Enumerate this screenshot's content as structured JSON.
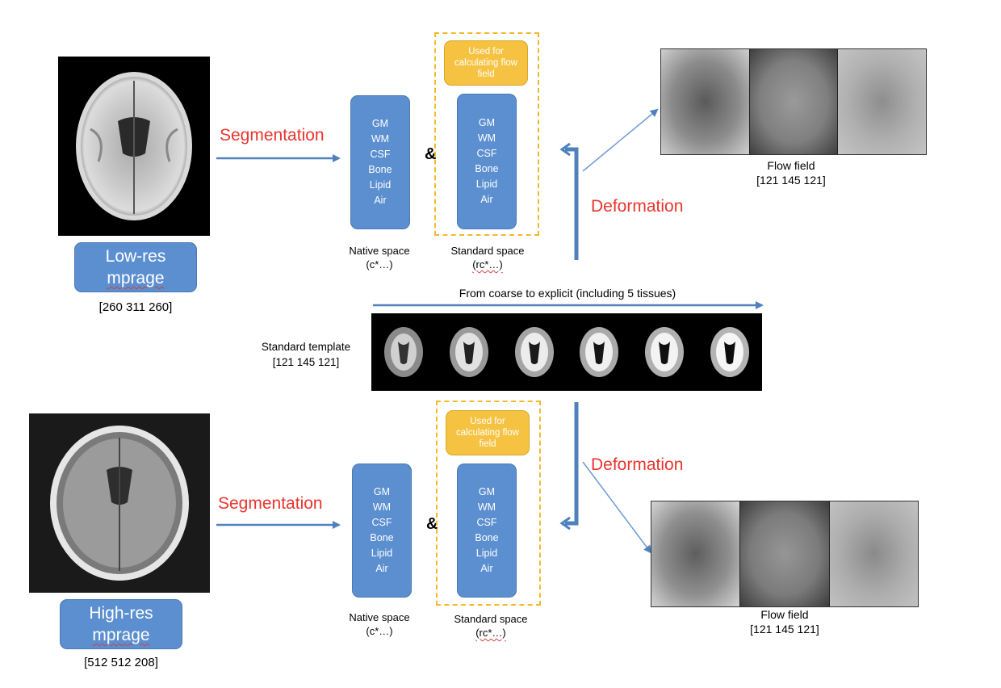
{
  "top": {
    "mprage_label": [
      "Low-res",
      "mprage"
    ],
    "mprage_dims": "[260 311 260]",
    "segmentation": "Segmentation",
    "native_tissues": [
      "GM",
      "WM",
      "CSF",
      "Bone",
      "Lipid",
      "Air"
    ],
    "standard_tissues": [
      "GM",
      "WM",
      "CSF",
      "Bone",
      "Lipid",
      "Air"
    ],
    "amp": "&",
    "used_for": "Used for calculating flow field",
    "native_caption": [
      "Native space",
      "(c*…)"
    ],
    "standard_caption": [
      "Standard space",
      "(rc*…)"
    ],
    "deformation": "Deformation",
    "flow_field_label": "Flow field",
    "flow_field_dims": "[121 145 121]"
  },
  "middle": {
    "progression_label": "From coarse to explicit (including 5 tissues)",
    "template_label": [
      "Standard template",
      "[121 145 121]"
    ]
  },
  "bottom": {
    "mprage_label": [
      "High-res",
      "mprage"
    ],
    "mprage_dims": "[512 512 208]",
    "segmentation": "Segmentation",
    "native_tissues": [
      "GM",
      "WM",
      "CSF",
      "Bone",
      "Lipid",
      "Air"
    ],
    "standard_tissues": [
      "GM",
      "WM",
      "CSF",
      "Bone",
      "Lipid",
      "Air"
    ],
    "amp": "&",
    "used_for": "Used for calculating flow field",
    "native_caption": [
      "Native space",
      "(c*…)"
    ],
    "standard_caption": [
      "Standard space",
      "(rc*…)"
    ],
    "deformation": "Deformation",
    "flow_field_label": "Flow field",
    "flow_field_dims": "[121 145 121]"
  },
  "colors": {
    "box_blue": "#5b8fd0",
    "callout_yellow": "#f5c242",
    "dash_orange": "#f5b72b",
    "label_red": "#e8352e",
    "arrow_blue": "#4f81bd"
  }
}
